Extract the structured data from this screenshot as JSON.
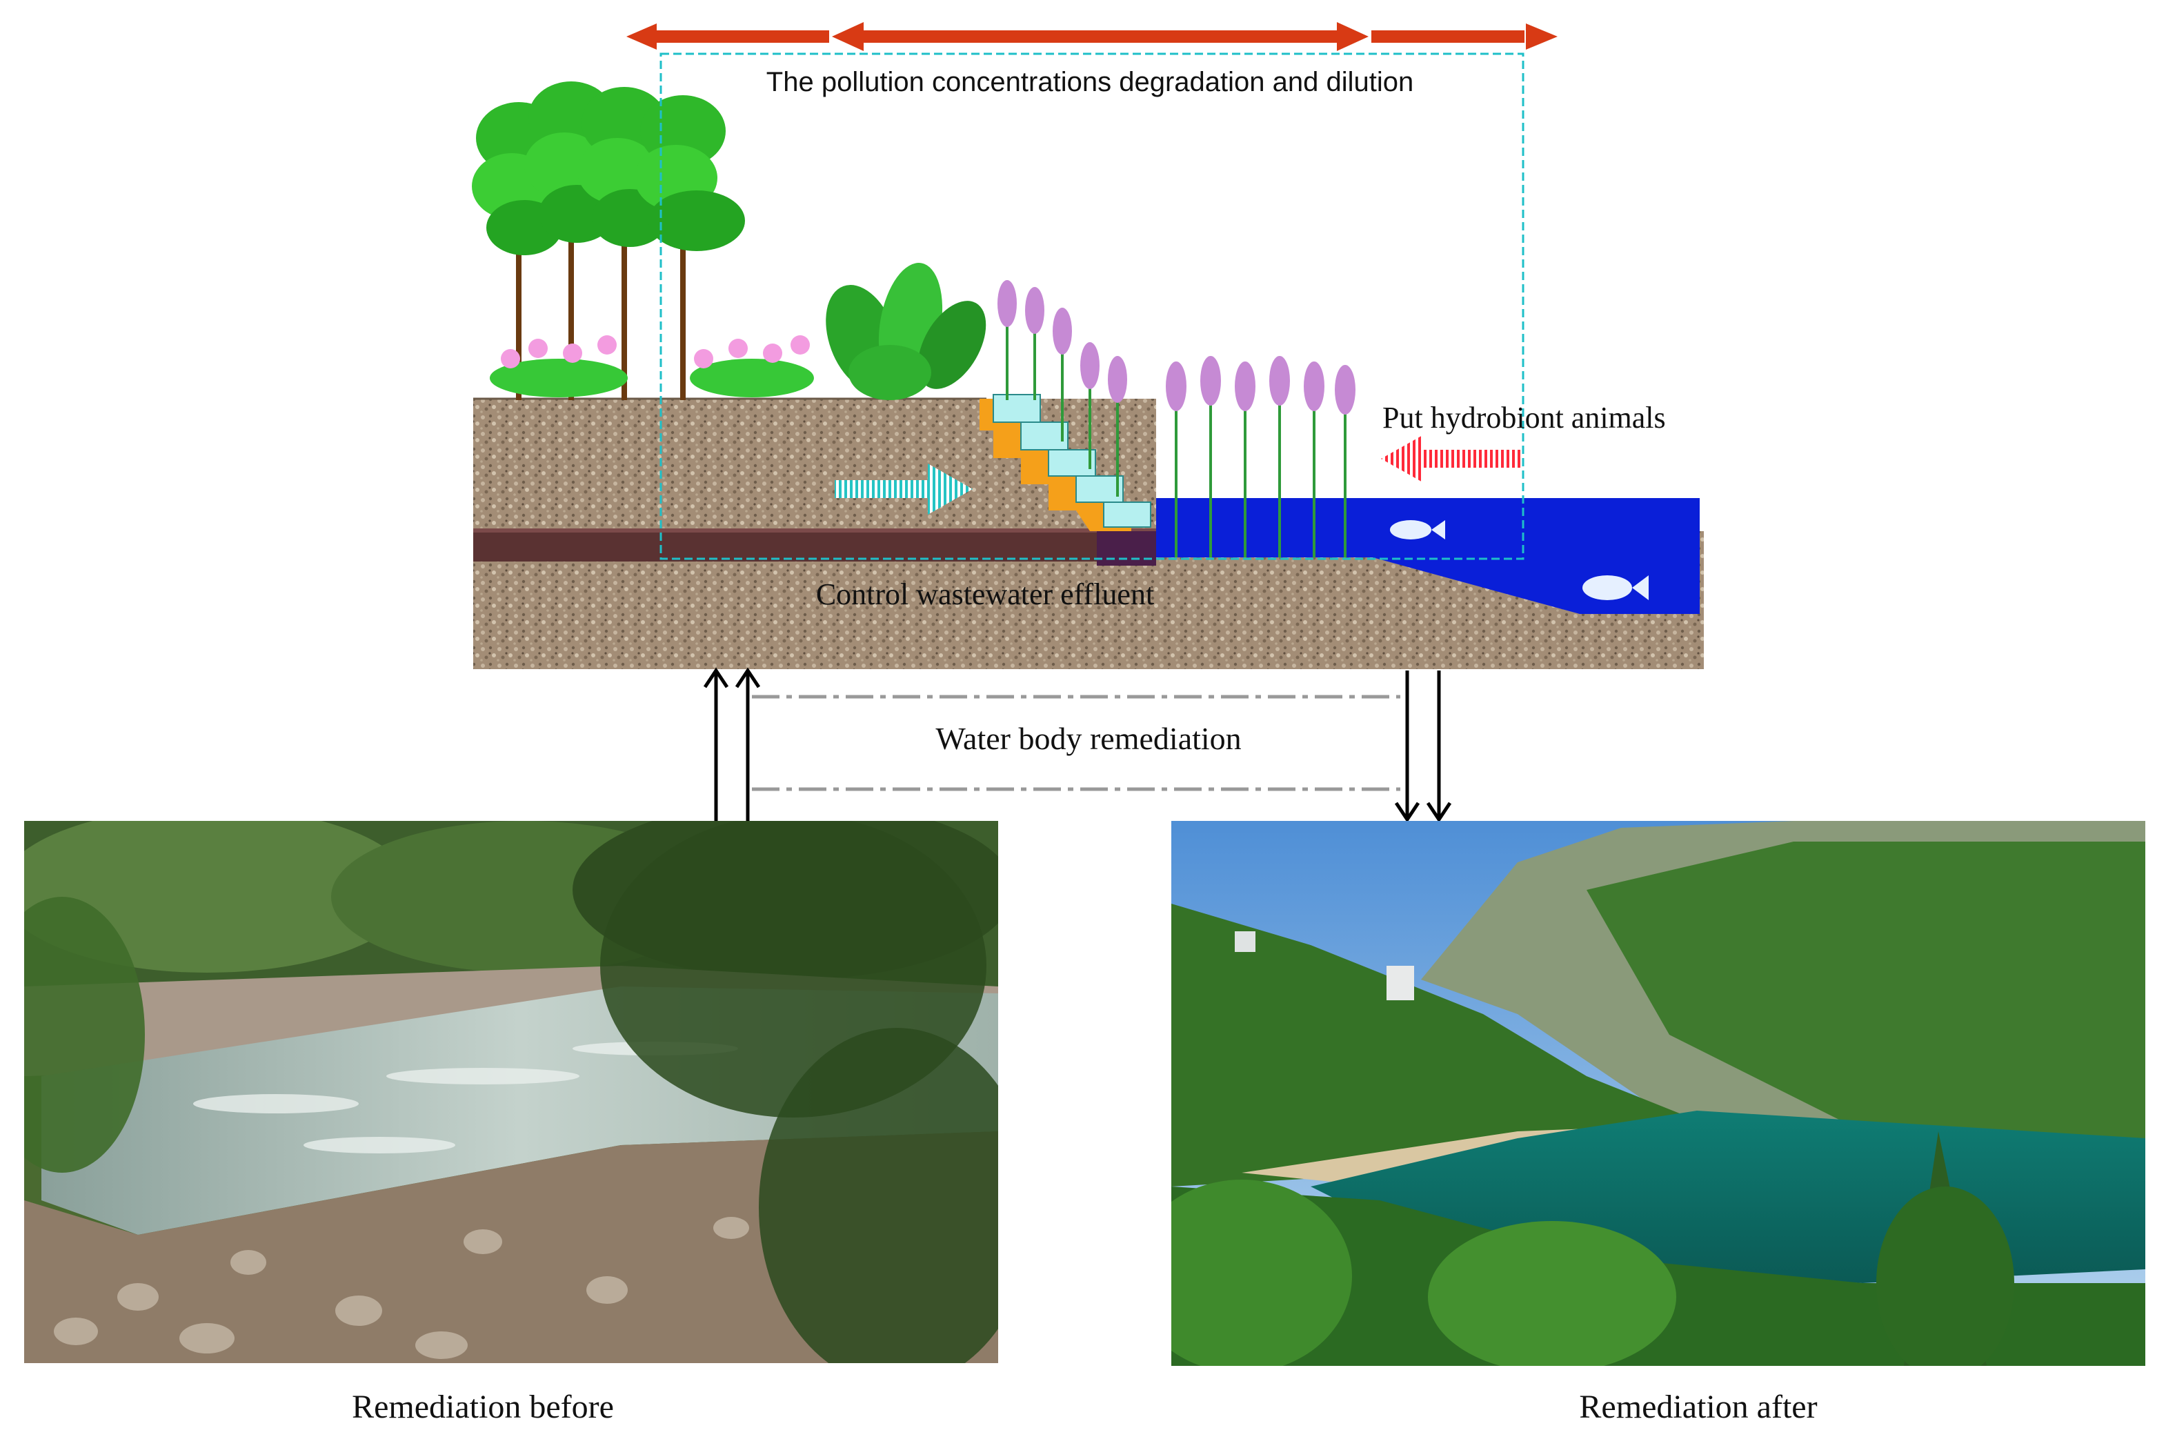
{
  "diagram": {
    "top_label": "The pollution concentrations degradation and dilution",
    "hydrobiont_label": "Put hydrobiont animals",
    "effluent_label": "Control wastewater effluent",
    "remediation_label": "Water body remediation"
  },
  "photos": {
    "before_caption": "Remediation before",
    "after_caption": "Remediation after"
  },
  "colors": {
    "arrow_red": "#d83a14",
    "dashed_cyan": "#1fbfc8",
    "water_blue": "#0a1fd8",
    "soil_brown": "#a08a72",
    "pipe": "#5a3232"
  }
}
